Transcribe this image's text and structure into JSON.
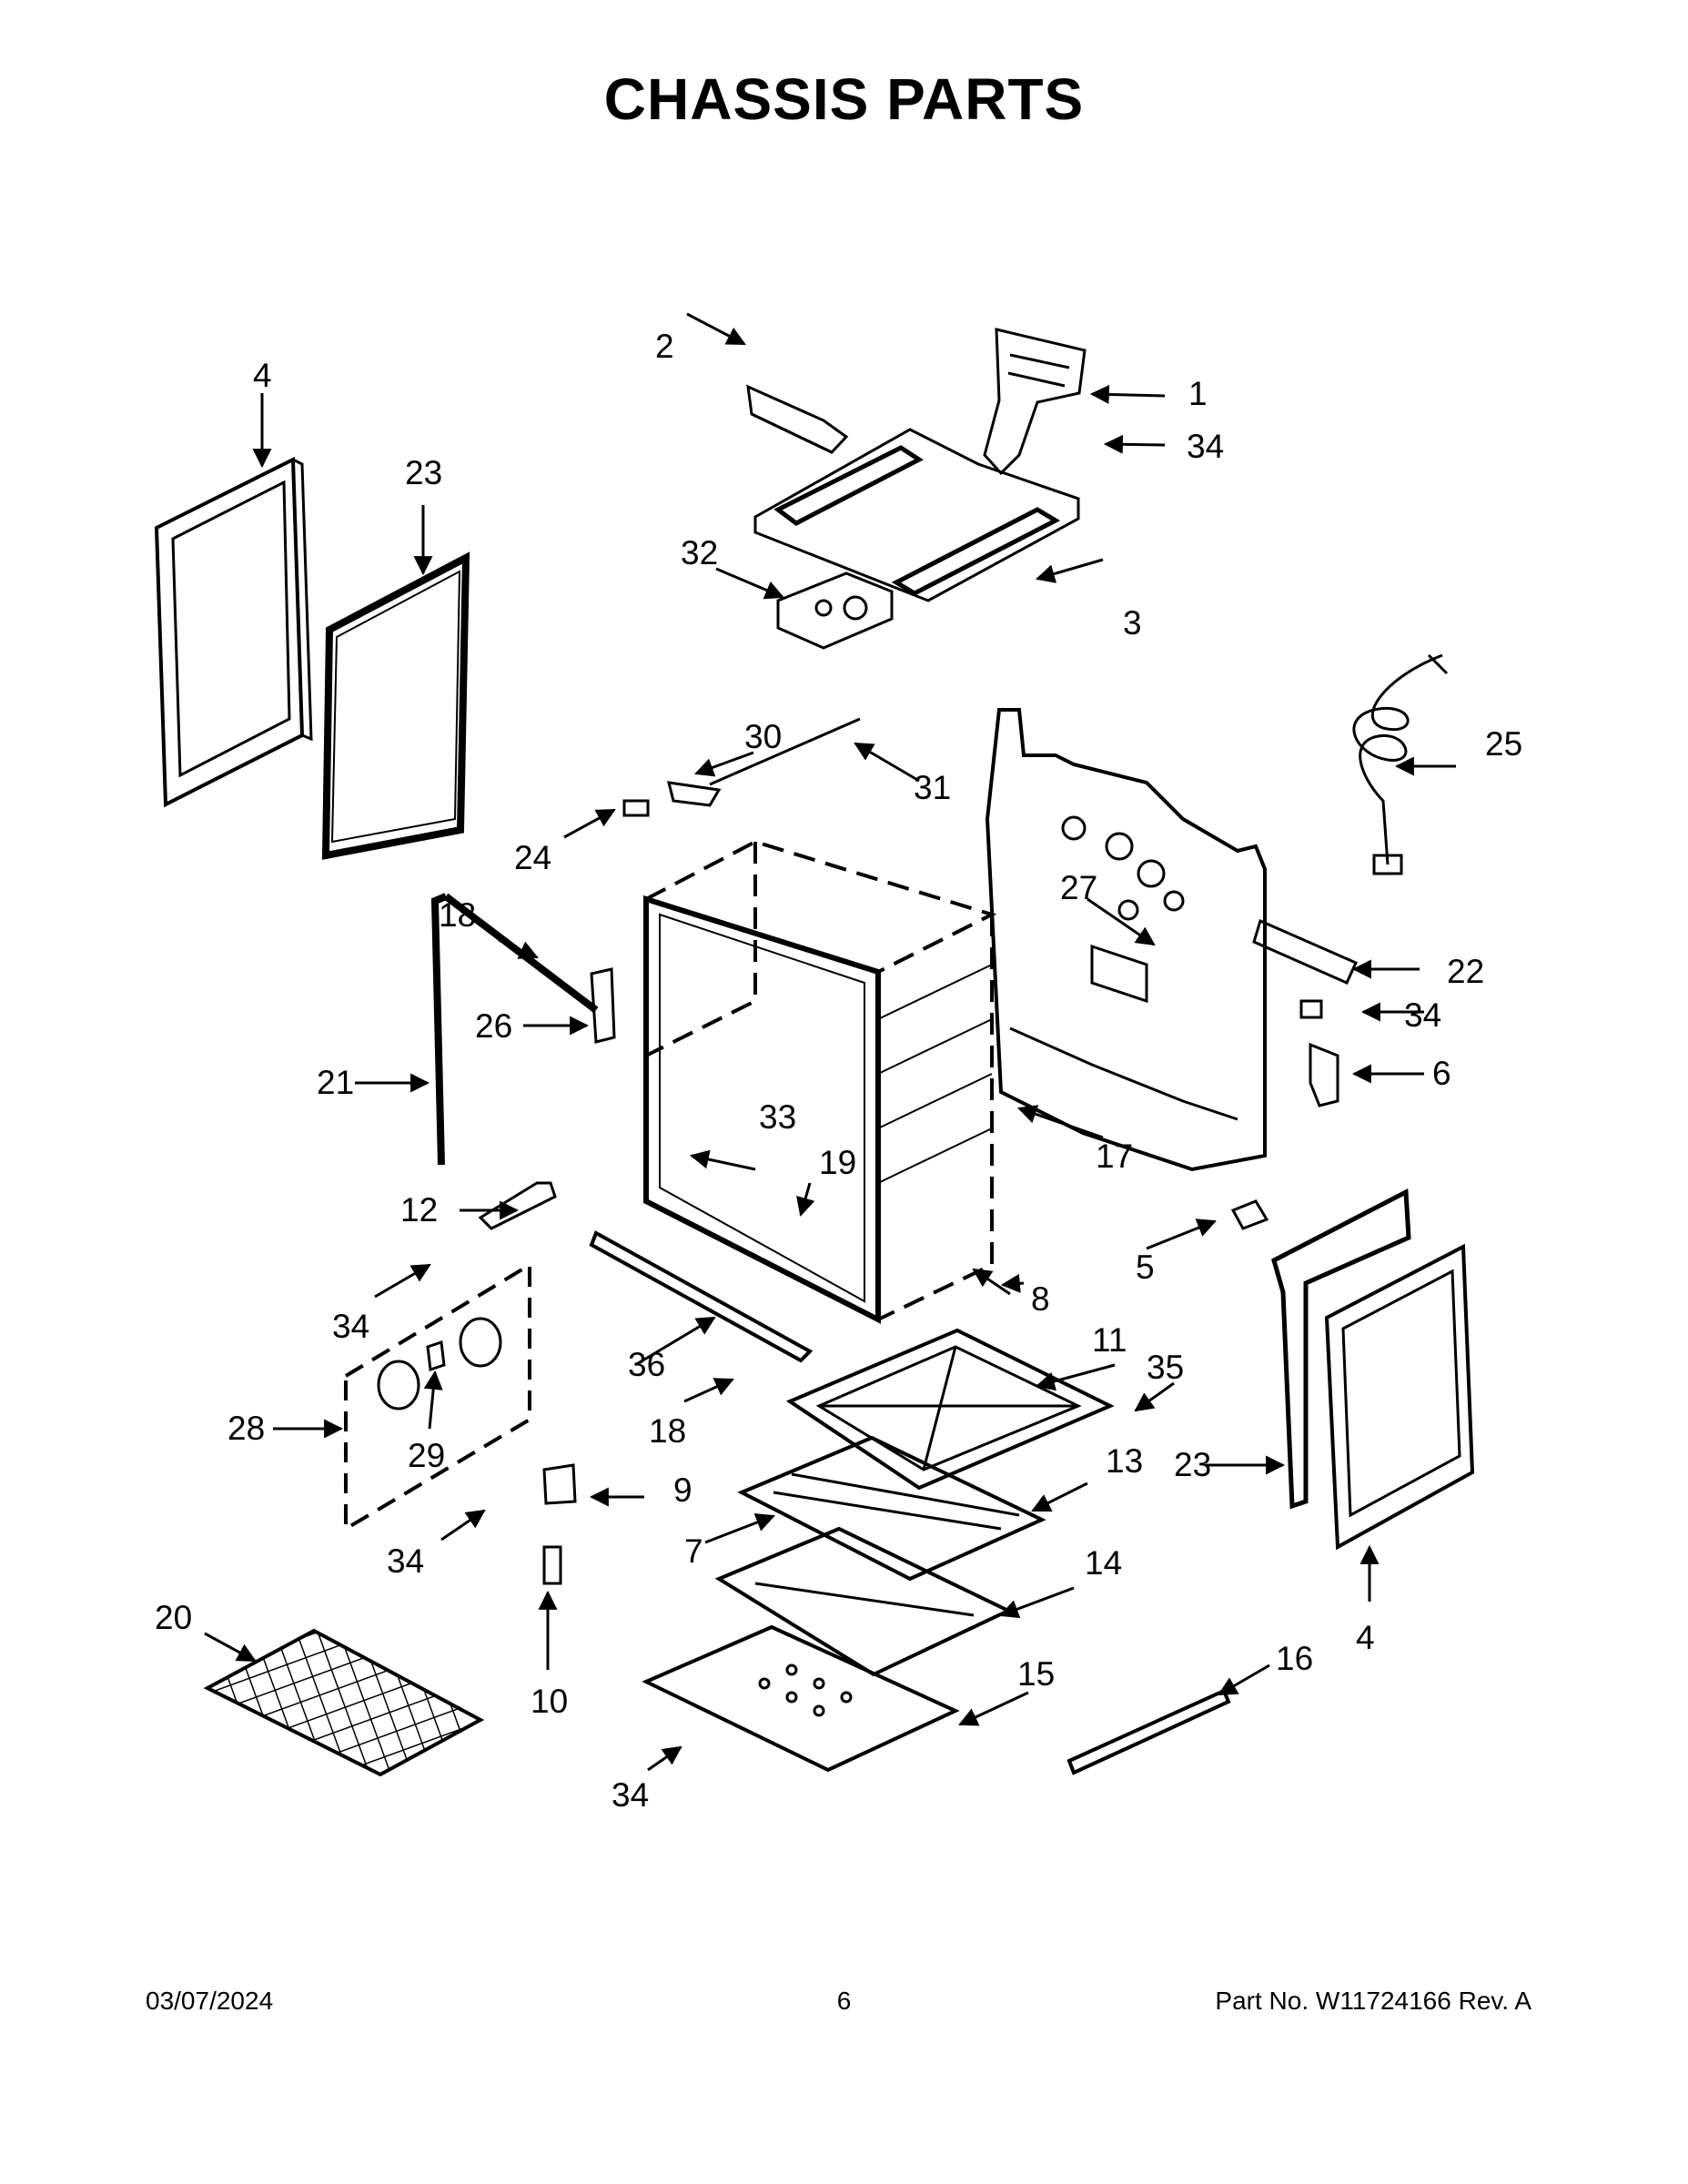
{
  "title": "CHASSIS PARTS",
  "callouts": [
    "1",
    "2",
    "3",
    "4",
    "4",
    "5",
    "6",
    "7",
    "8",
    "9",
    "10",
    "11",
    "12",
    "13",
    "14",
    "15",
    "16",
    "17",
    "18",
    "18",
    "19",
    "20",
    "21",
    "22",
    "23",
    "23",
    "24",
    "25",
    "26",
    "27",
    "28",
    "29",
    "30",
    "31",
    "32",
    "33",
    "34",
    "34",
    "34",
    "34",
    "34",
    "35",
    "36"
  ],
  "footer": {
    "date": "03/07/2024",
    "page": "6",
    "part_no": "Part No.  W11724166  Rev.  A"
  }
}
